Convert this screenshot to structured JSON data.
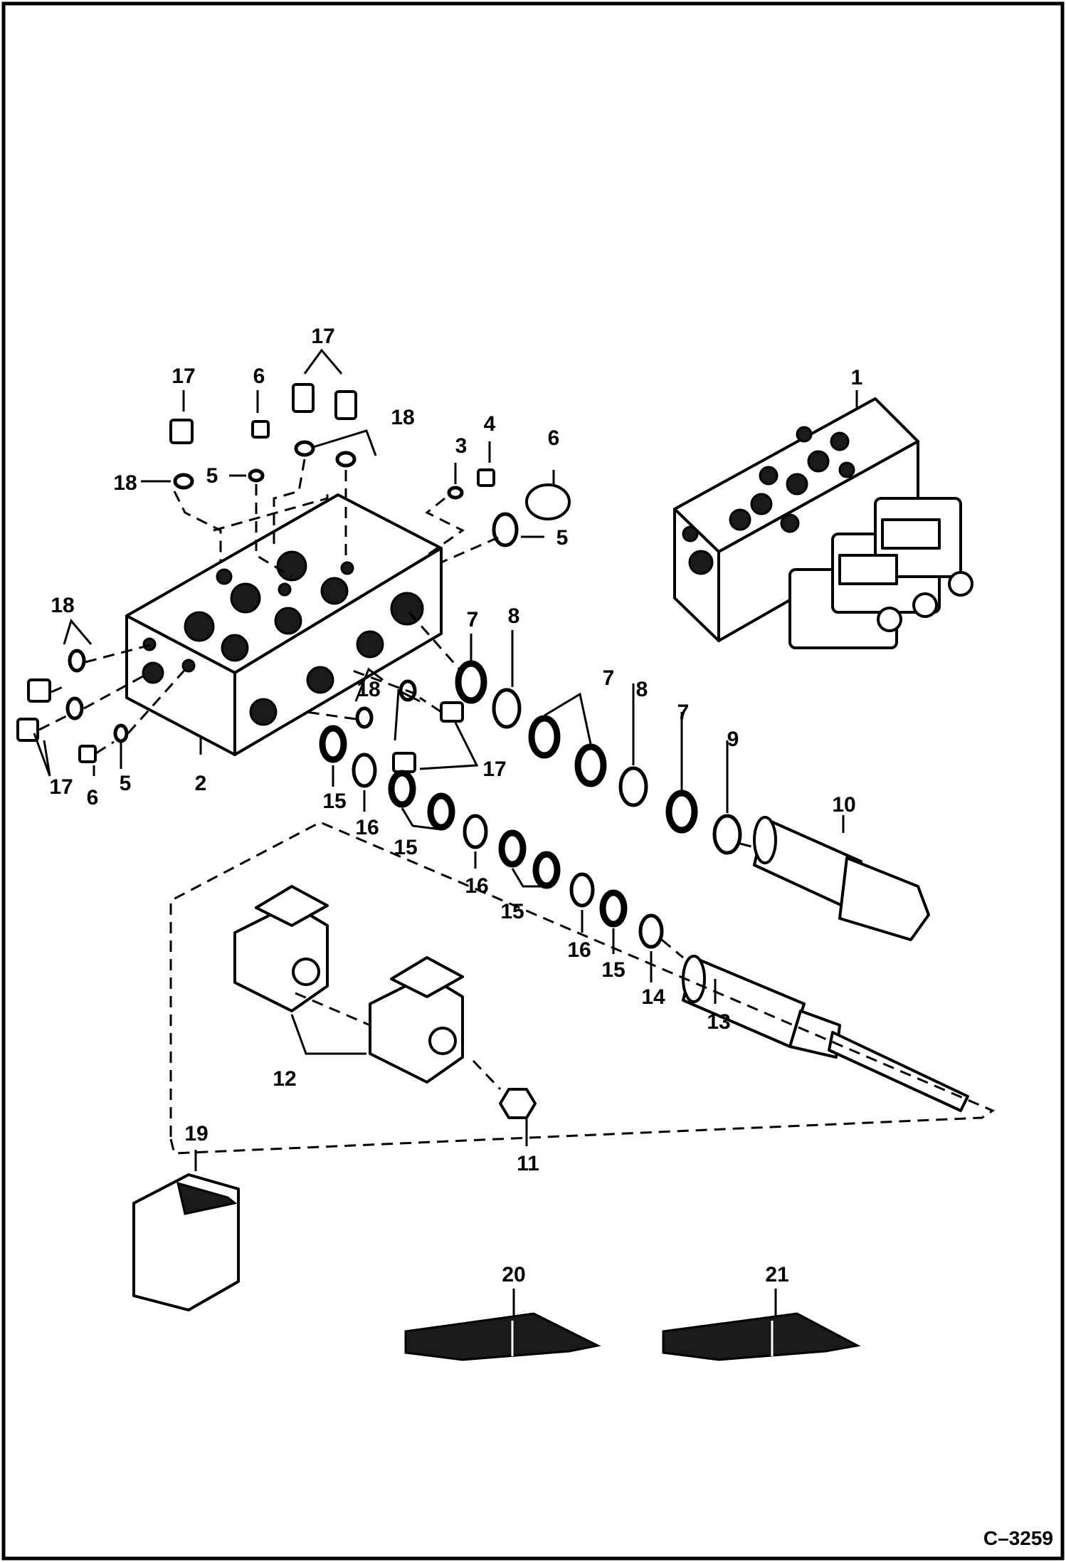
{
  "diagram": {
    "figure_number": "C–3259",
    "callouts": [
      {
        "id": "c1",
        "label": "1"
      },
      {
        "id": "c2",
        "label": "2"
      },
      {
        "id": "c3",
        "label": "3"
      },
      {
        "id": "c4",
        "label": "4"
      },
      {
        "id": "c5a",
        "label": "5"
      },
      {
        "id": "c5b",
        "label": "5"
      },
      {
        "id": "c5c",
        "label": "5"
      },
      {
        "id": "c6a",
        "label": "6"
      },
      {
        "id": "c6b",
        "label": "6"
      },
      {
        "id": "c6c",
        "label": "6"
      },
      {
        "id": "c7a",
        "label": "7"
      },
      {
        "id": "c7b",
        "label": "7"
      },
      {
        "id": "c7c",
        "label": "7"
      },
      {
        "id": "c8a",
        "label": "8"
      },
      {
        "id": "c8b",
        "label": "8"
      },
      {
        "id": "c9",
        "label": "9"
      },
      {
        "id": "c10",
        "label": "10"
      },
      {
        "id": "c11",
        "label": "11"
      },
      {
        "id": "c12",
        "label": "12"
      },
      {
        "id": "c13",
        "label": "13"
      },
      {
        "id": "c14",
        "label": "14"
      },
      {
        "id": "c15a",
        "label": "15"
      },
      {
        "id": "c15b",
        "label": "15"
      },
      {
        "id": "c15c",
        "label": "15"
      },
      {
        "id": "c15d",
        "label": "15"
      },
      {
        "id": "c16a",
        "label": "16"
      },
      {
        "id": "c16b",
        "label": "16"
      },
      {
        "id": "c16c",
        "label": "16"
      },
      {
        "id": "c17a",
        "label": "17"
      },
      {
        "id": "c17b",
        "label": "17"
      },
      {
        "id": "c17c",
        "label": "17"
      },
      {
        "id": "c17d",
        "label": "17"
      },
      {
        "id": "c18a",
        "label": "18"
      },
      {
        "id": "c18b",
        "label": "18"
      },
      {
        "id": "c18c",
        "label": "18"
      },
      {
        "id": "c18d",
        "label": "18"
      },
      {
        "id": "c19",
        "label": "19"
      },
      {
        "id": "c20",
        "label": "20"
      },
      {
        "id": "c21",
        "label": "21"
      }
    ]
  }
}
